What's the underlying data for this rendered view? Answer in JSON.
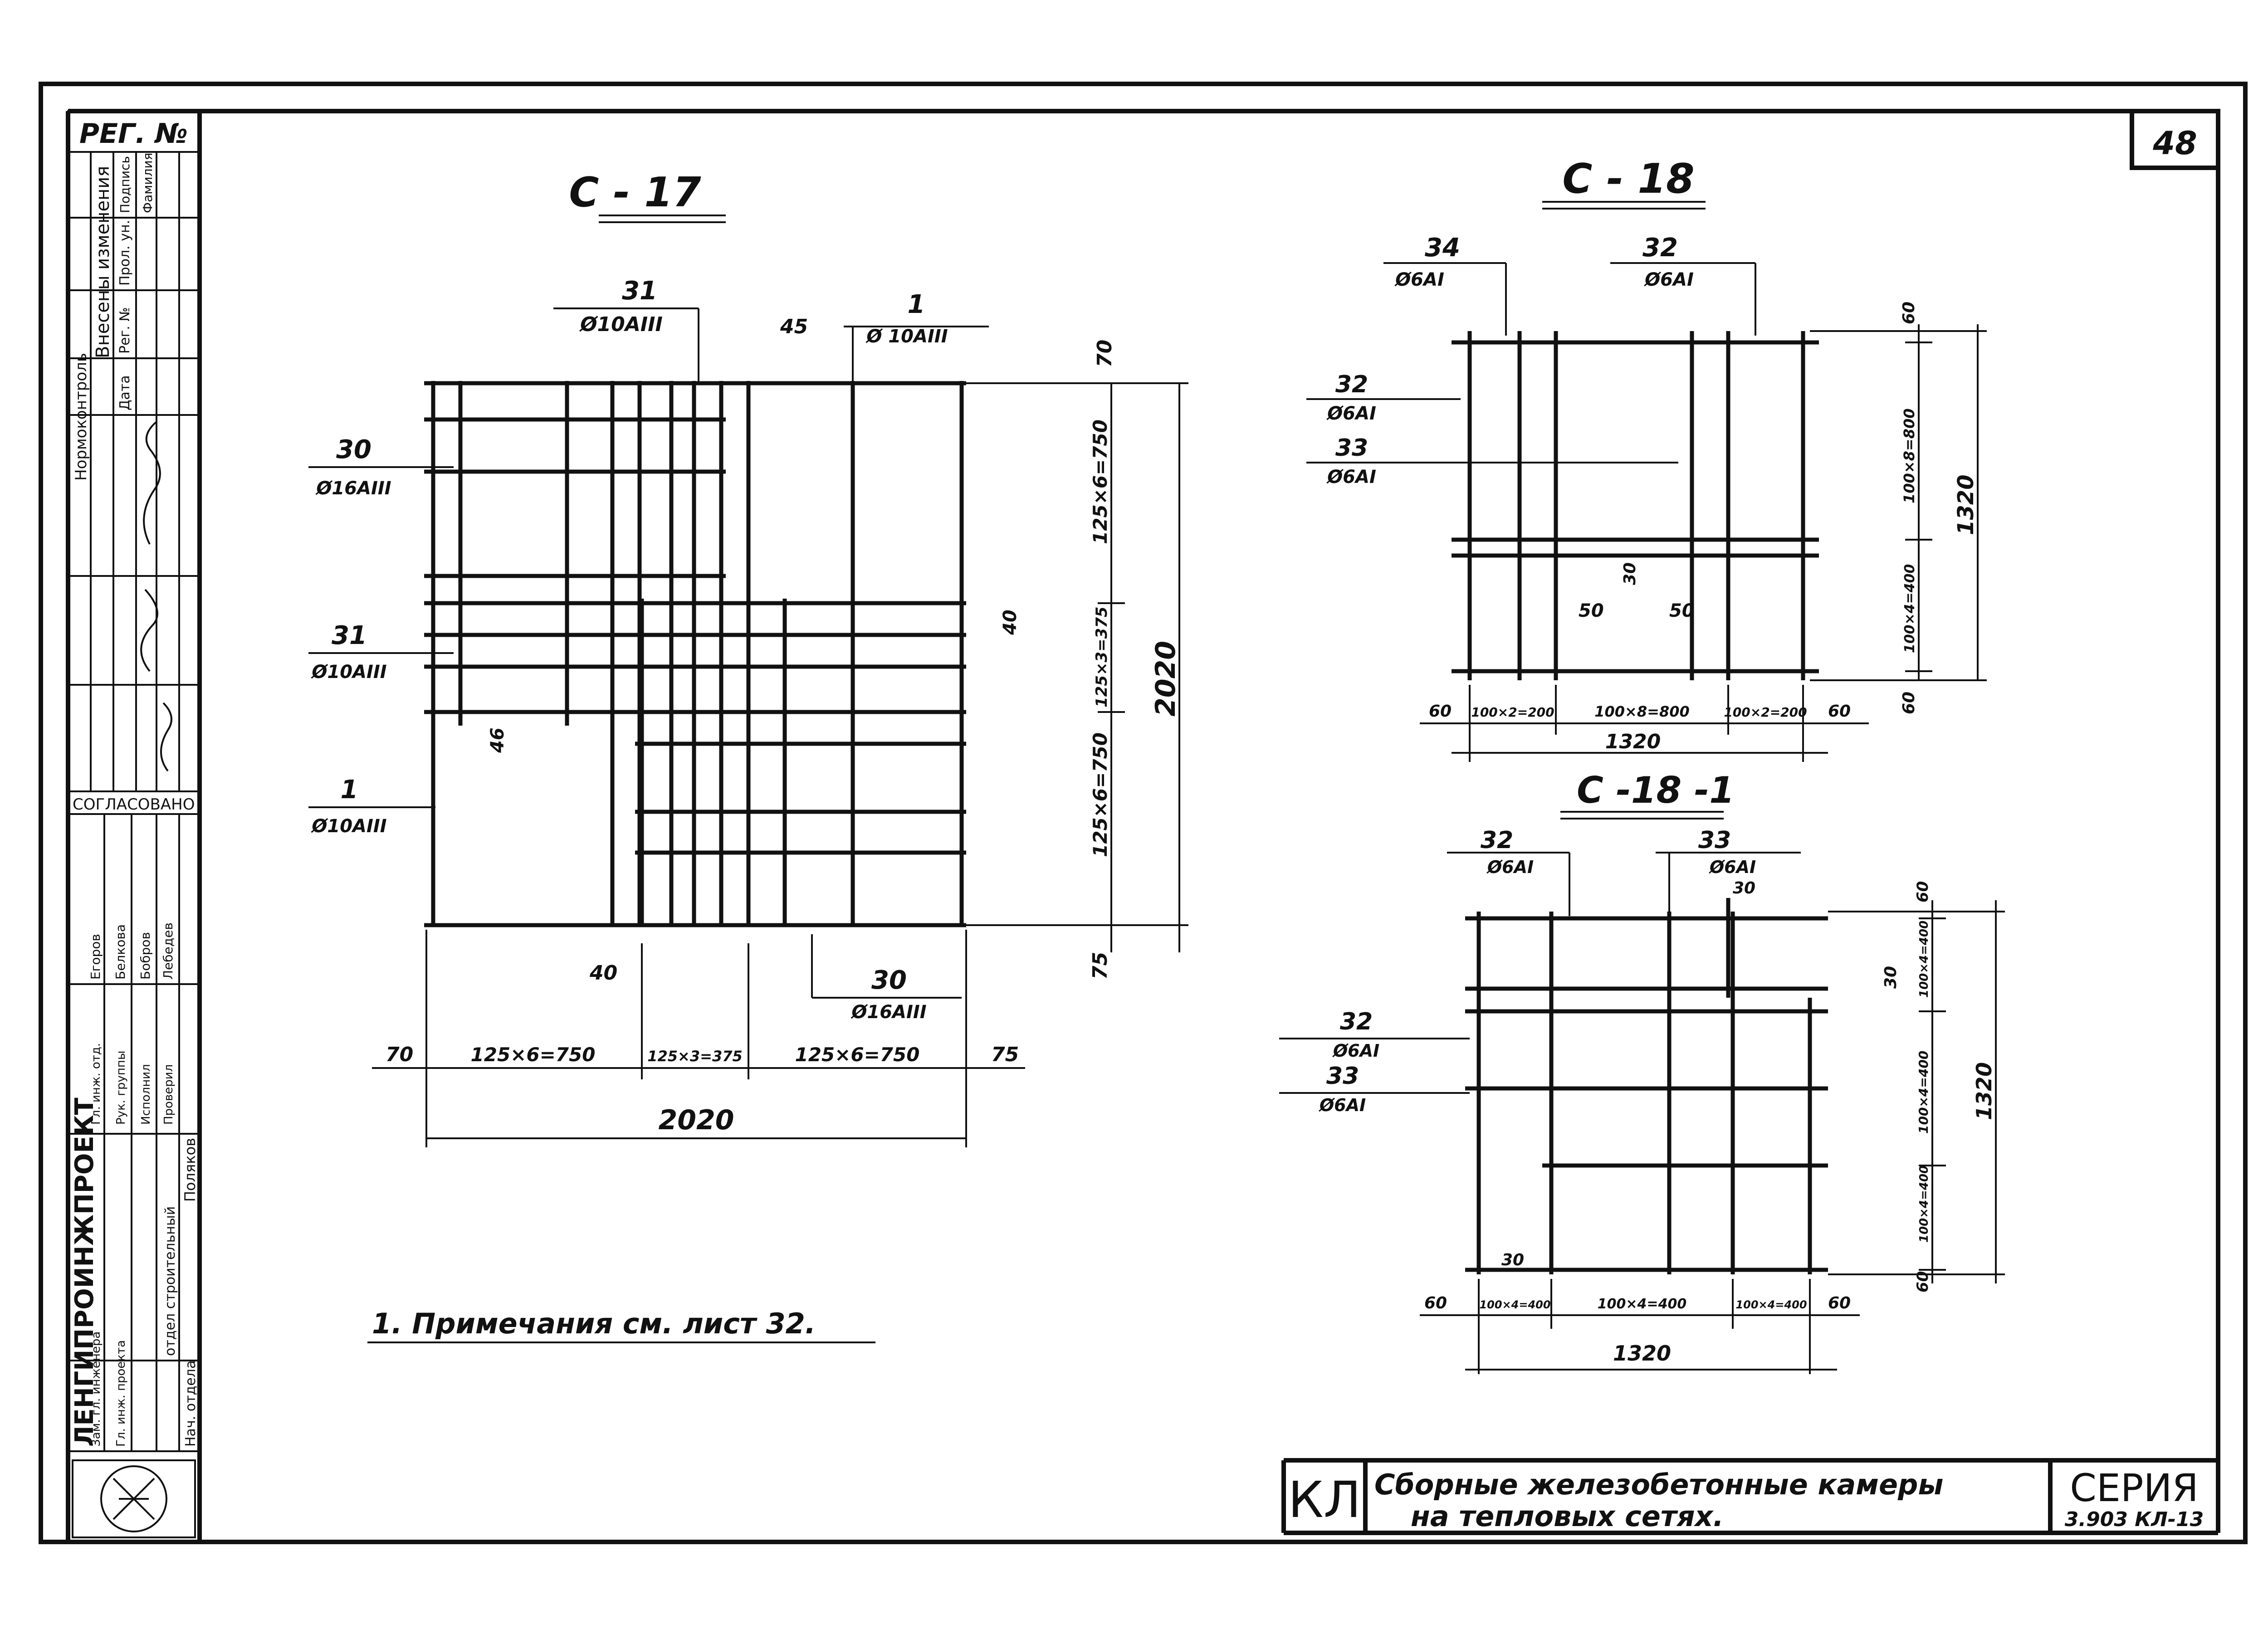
{
  "sheet_number": "48",
  "reg_label": "РЕГ. №",
  "stamp": {
    "norm_control": "Нормоконтроль",
    "changes_header": "Внесены изменения",
    "changes_cols": [
      "Дата",
      "Рег. №",
      "Прол. ун.",
      "Подпись",
      "Фамилия"
    ],
    "agreed": "СОГЛАСОВАНО",
    "org": "ЛЕНГИПРОИНЖПРОЕКТ",
    "dept": "отдел строительный",
    "roles": [
      "Зам. гл. инженера",
      "Гл. инж. проекта",
      "Нач. отдела",
      "Гл. инж. отд.",
      "Рук. группы",
      "Проверил",
      "Исполнил"
    ],
    "names": [
      "Егоров",
      "Белкова",
      "Бобров",
      "Лебедев",
      "Поляков"
    ]
  },
  "c17": {
    "title": "С - 17",
    "callouts": [
      {
        "num": "31",
        "spec": "Ø10АIII"
      },
      {
        "num": "1",
        "spec": "Ø 10АIII"
      },
      {
        "num": "30",
        "spec": "Ø16АIII"
      },
      {
        "num": "31",
        "spec": "Ø10АIII"
      },
      {
        "num": "1",
        "spec": "Ø10АIII"
      },
      {
        "num": "30",
        "spec": "Ø16АIII"
      }
    ],
    "dims_right": [
      "70",
      "125×6=750",
      "125×3=375",
      "125×6=750",
      "75"
    ],
    "overall": "2020",
    "dims_bottom": [
      "70",
      "125×6=750",
      "125×3=375",
      "125×6=750",
      "75"
    ],
    "small": [
      "45",
      "40",
      "46",
      "40"
    ]
  },
  "c18": {
    "title": "С - 18",
    "callouts": [
      {
        "num": "34",
        "spec": "Ø6АI"
      },
      {
        "num": "32",
        "spec": "Ø6АI"
      },
      {
        "num": "32",
        "spec": "Ø6АI"
      },
      {
        "num": "33",
        "spec": "Ø6АI"
      }
    ],
    "dims_right": [
      "60",
      "100×8=800",
      "100×4=400",
      "60"
    ],
    "overall_v": "1320",
    "dims_bottom": [
      "60",
      "100×2=200",
      "100×8=800",
      "100×2=200",
      "60"
    ],
    "overall_h": "1320",
    "small": [
      "30",
      "50",
      "50"
    ]
  },
  "c181": {
    "title": "С -18 -1",
    "callouts": [
      {
        "num": "32",
        "spec": "Ø6АI"
      },
      {
        "num": "33",
        "spec": "Ø6АI"
      },
      {
        "num": "32",
        "spec": "Ø6АI"
      },
      {
        "num": "33",
        "spec": "Ø6АI"
      }
    ],
    "dims_right": [
      "60",
      "100×4=400",
      "100×4=400",
      "100×4=400",
      "60"
    ],
    "overall_v": "1320",
    "dims_bottom": [
      "60",
      "100×4=400",
      "100×4=400",
      "100×4=400",
      "60"
    ],
    "overall_h": "1320",
    "small": [
      "30",
      "30",
      "30"
    ]
  },
  "note": "1. Примечания см. лист 32.",
  "title_block": {
    "code": "КЛ",
    "line1": "Сборные железобетонные камеры",
    "line2": "на тепловых сетях.",
    "series_label": "СЕРИЯ",
    "series_code": "3.903 КЛ-13"
  }
}
